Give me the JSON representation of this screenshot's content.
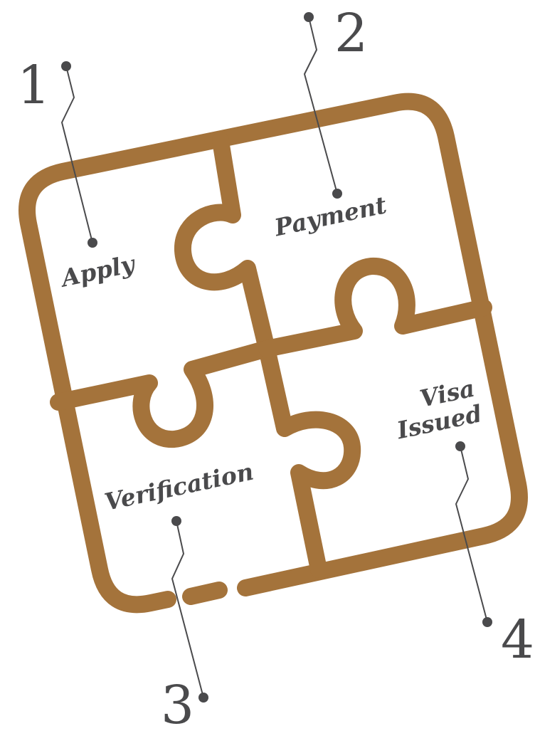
{
  "colors": {
    "frame": "#a4733b",
    "text": "#4a4a4c",
    "leader": "#4a4a4c",
    "background": "#ffffff"
  },
  "pieces": [
    {
      "id": "apply",
      "label": "Apply",
      "number": "1"
    },
    {
      "id": "payment",
      "label": "Payment",
      "number": "2"
    },
    {
      "id": "verification",
      "label": "Verification",
      "number": "3"
    },
    {
      "id": "visa-issued",
      "label_line1": "Visa",
      "label_line2": "Issued",
      "number": "4"
    }
  ]
}
